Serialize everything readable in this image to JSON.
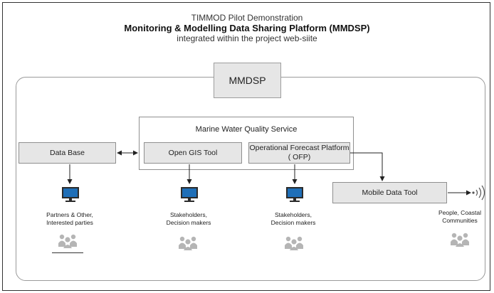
{
  "header": {
    "line1": "TIMMOD Pilot Demonstration",
    "line2": "Monitoring & Modelling Data Sharing Platform (MMDSP)",
    "line3": "integrated within the project web-siite"
  },
  "platform": {
    "label": "MMDSP"
  },
  "service": {
    "label": "Marine Water Quality Service"
  },
  "components": {
    "database": "Data Base",
    "open_gis": "Open GIS Tool",
    "ofp_line1": "Operational Forecast Platform",
    "ofp_line2": "( OFP)",
    "mobile": "Mobile Data Tool"
  },
  "audiences": {
    "a1_line1": "Partners & Other,",
    "a1_line2": "Interested parties",
    "a2_line1": "Stakeholders,",
    "a2_line2": "Decision makers",
    "a3_line1": "Stakeholders,",
    "a3_line2": "Decision makers",
    "a4_line1": "People, Coastal",
    "a4_line2": "Communities"
  },
  "icons": {
    "computer": "computer-icon",
    "people": "people-group-icon",
    "signal": "signal-waves-icon"
  },
  "colors": {
    "box_fill": "#e6e6e6",
    "box_border": "#8f8f8f",
    "monitor_screen": "#1f6fb8",
    "people": "#b5b5b5"
  }
}
